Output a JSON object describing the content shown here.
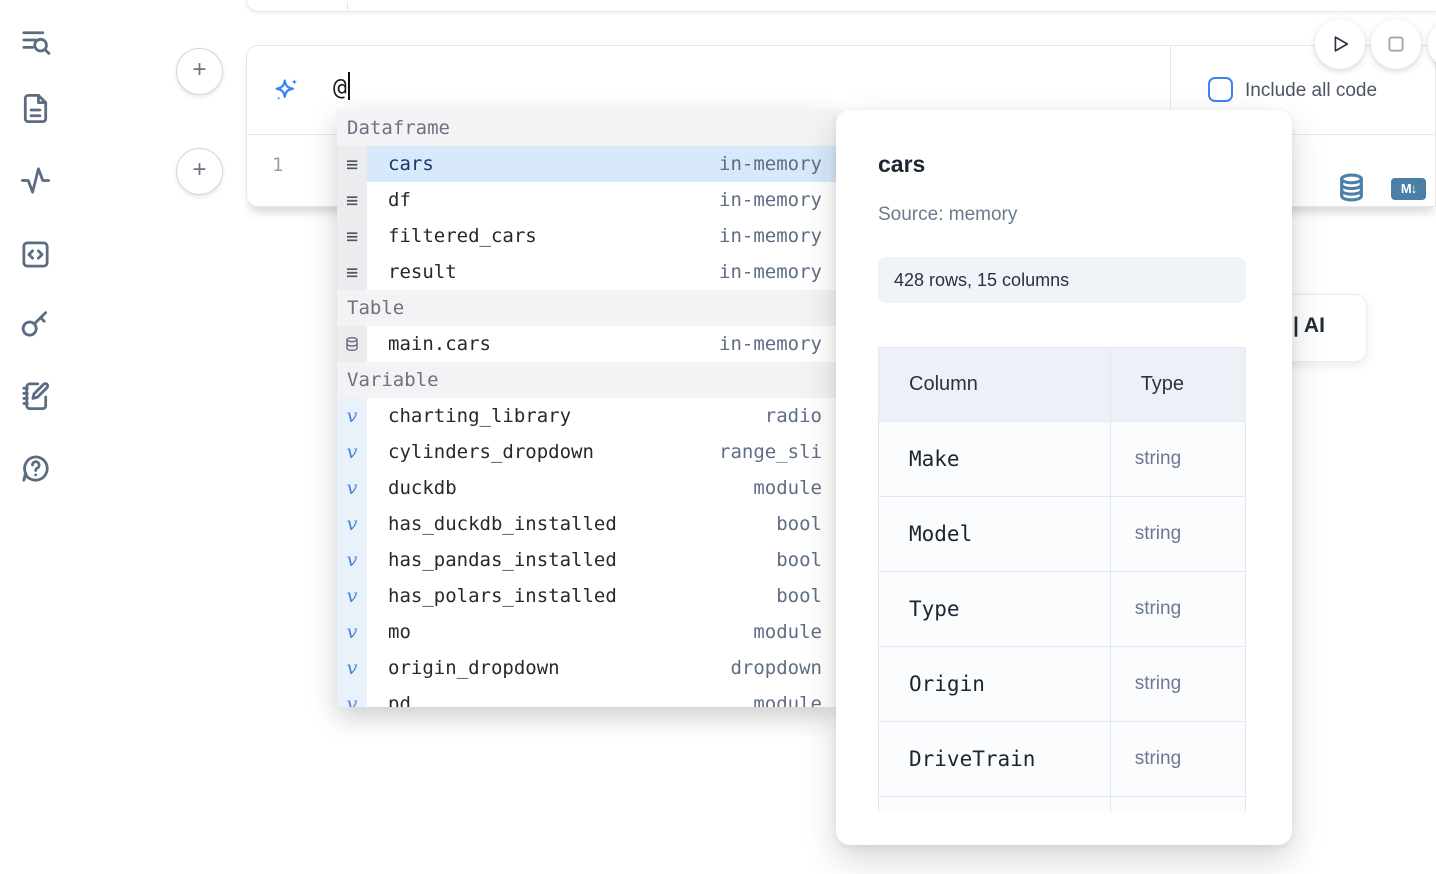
{
  "sidebar": {
    "icons": [
      "list-search-icon",
      "file-text-icon",
      "activity-icon",
      "code-square-icon",
      "key-icon",
      "notebook-pen-icon",
      "help-circle-icon"
    ]
  },
  "toolbar": {
    "include_all_code_label": "Include all code"
  },
  "prompt": {
    "value": "@"
  },
  "code_cell": {
    "line_number": "1"
  },
  "autocomplete": {
    "sections": [
      {
        "label": "Dataframe",
        "kind": "dataframe",
        "items": [
          {
            "name": "cars",
            "type": "in-memory",
            "selected": true
          },
          {
            "name": "df",
            "type": "in-memory"
          },
          {
            "name": "filtered_cars",
            "type": "in-memory"
          },
          {
            "name": "result",
            "type": "in-memory"
          }
        ]
      },
      {
        "label": "Table",
        "kind": "table",
        "items": [
          {
            "name": "main.cars",
            "type": "in-memory"
          }
        ]
      },
      {
        "label": "Variable",
        "kind": "variable",
        "items": [
          {
            "name": "charting_library",
            "type": "radio"
          },
          {
            "name": "cylinders_dropdown",
            "type": "range_sli"
          },
          {
            "name": "duckdb",
            "type": "module"
          },
          {
            "name": "has_duckdb_installed",
            "type": "bool"
          },
          {
            "name": "has_pandas_installed",
            "type": "bool"
          },
          {
            "name": "has_polars_installed",
            "type": "bool"
          },
          {
            "name": "mo",
            "type": "module"
          },
          {
            "name": "origin_dropdown",
            "type": "dropdown"
          },
          {
            "name": "pd",
            "type": "module",
            "partial": true
          }
        ]
      }
    ]
  },
  "preview": {
    "title": "cars",
    "source_label": "Source: memory",
    "shape_badge": "428 rows, 15 columns",
    "table": {
      "headers": [
        "Column",
        "Type"
      ],
      "rows": [
        [
          "Make",
          "string"
        ],
        [
          "Model",
          "string"
        ],
        [
          "Type",
          "string"
        ],
        [
          "Origin",
          "string"
        ],
        [
          "DriveTrain",
          "string"
        ]
      ]
    }
  },
  "ai_card": {
    "partial_text": "| AI"
  },
  "colors": {
    "accent_blue": "#3b82f6",
    "steel_blue": "#4b7fa5",
    "selected_row": "#d7e9fb"
  }
}
